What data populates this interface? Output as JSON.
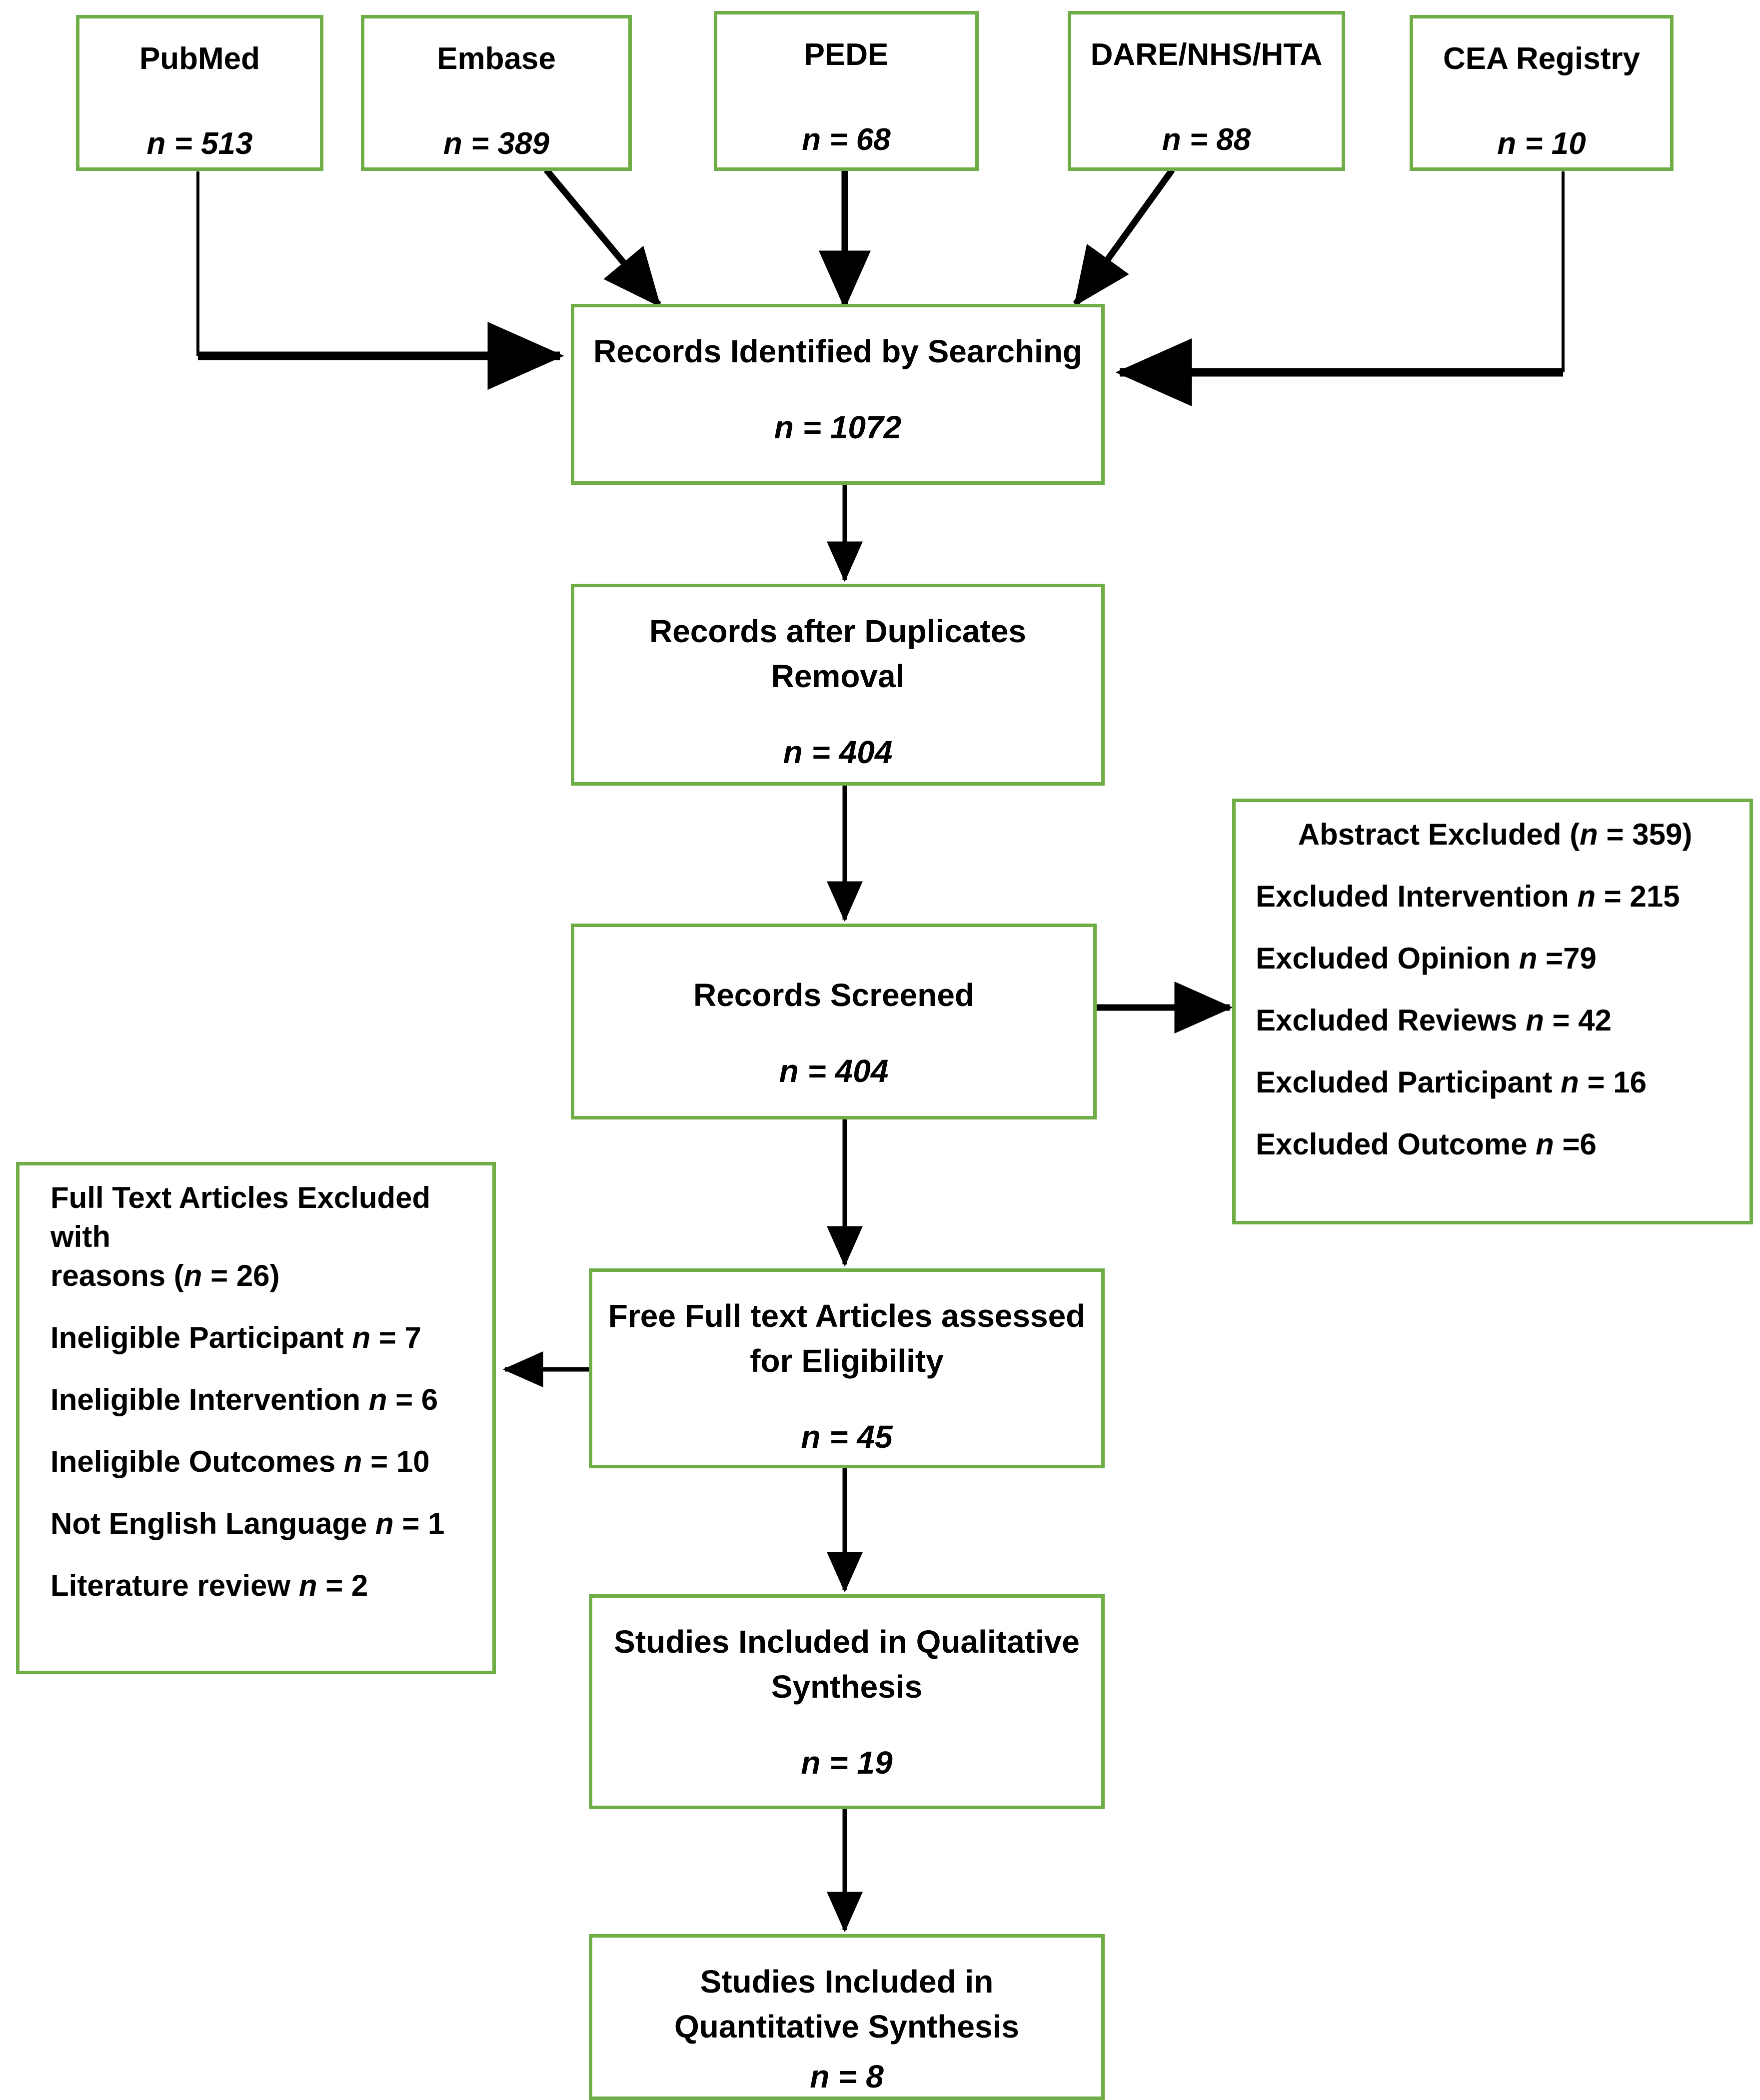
{
  "diagram": {
    "type": "prisma-flow-diagram",
    "accent_color": "#6FAD46",
    "line_color": "#000000",
    "background": "#FFFFFF"
  },
  "sources": [
    {
      "name": "PubMed",
      "count_label": "n = 513"
    },
    {
      "name": "Embase",
      "count_label": "n = 389"
    },
    {
      "name": "PEDE",
      "count_label": "n = 68"
    },
    {
      "name": "DARE/NHS/HTA",
      "count_label": "n = 88"
    },
    {
      "name": "CEA Registry",
      "count_label": "n = 10"
    }
  ],
  "flow": {
    "identified": {
      "title": "Records Identified by Searching",
      "count_label": "n = 1072"
    },
    "after_duplicates": {
      "title_line1": "Records after Duplicates",
      "title_line2": "Removal",
      "count_label": "n = 404"
    },
    "screened": {
      "title": "Records Screened",
      "count_label": "n = 404"
    },
    "full_text": {
      "title_line1": "Free Full text Articles assessed",
      "title_line2": "for Eligibility",
      "count_label": "n = 45"
    },
    "qualitative": {
      "title_line1": "Studies Included in Qualitative",
      "title_line2": "Synthesis",
      "count_label": "n = 19"
    },
    "quantitative": {
      "title_line1": "Studies Included in",
      "title_line2": "Quantitative Synthesis",
      "count_label": "n = 8"
    }
  },
  "abstract_excluded": {
    "header": "Abstract Excluded (n = 359)",
    "items": [
      "Excluded Intervention n = 215",
      "Excluded Opinion n =79",
      "Excluded Reviews n = 42",
      "Excluded Participant n = 16",
      "Excluded Outcome n =6"
    ]
  },
  "fulltext_excluded": {
    "header_line1": "Full Text Articles Excluded with",
    "header_line2": "reasons (n = 26)",
    "items": [
      "Ineligible Participant n = 7",
      "Ineligible Intervention n = 6",
      "Ineligible Outcomes n = 10",
      "Not English Language n = 1",
      " Literature review n = 2"
    ]
  },
  "chart_data": {
    "type": "table",
    "title": "PRISMA study selection flow",
    "nodes": [
      {
        "id": "pubmed",
        "label": "PubMed",
        "n": 513
      },
      {
        "id": "embase",
        "label": "Embase",
        "n": 389
      },
      {
        "id": "pede",
        "label": "PEDE",
        "n": 68
      },
      {
        "id": "dare",
        "label": "DARE/NHS/HTA",
        "n": 88
      },
      {
        "id": "cea",
        "label": "CEA Registry",
        "n": 10
      },
      {
        "id": "identified",
        "label": "Records Identified by Searching",
        "n": 1072
      },
      {
        "id": "dedup",
        "label": "Records after Duplicates Removal",
        "n": 404
      },
      {
        "id": "screened",
        "label": "Records Screened",
        "n": 404
      },
      {
        "id": "abstract_excl",
        "label": "Abstract Excluded",
        "n": 359
      },
      {
        "id": "fulltext",
        "label": "Free Full text Articles assessed for Eligibility",
        "n": 45
      },
      {
        "id": "fulltext_excl",
        "label": "Full Text Articles Excluded with reasons",
        "n": 26
      },
      {
        "id": "qualitative",
        "label": "Studies Included in Qualitative Synthesis",
        "n": 19
      },
      {
        "id": "quantitative",
        "label": "Studies Included in Quantitative Synthesis",
        "n": 8
      }
    ],
    "abstract_exclusion_breakdown": [
      {
        "reason": "Excluded Intervention",
        "n": 215
      },
      {
        "reason": "Excluded Opinion",
        "n": 79
      },
      {
        "reason": "Excluded Reviews",
        "n": 42
      },
      {
        "reason": "Excluded Participant",
        "n": 16
      },
      {
        "reason": "Excluded Outcome",
        "n": 6
      }
    ],
    "fulltext_exclusion_breakdown": [
      {
        "reason": "Ineligible Participant",
        "n": 7
      },
      {
        "reason": "Ineligible Intervention",
        "n": 6
      },
      {
        "reason": "Ineligible Outcomes",
        "n": 10
      },
      {
        "reason": "Not English Language",
        "n": 1
      },
      {
        "reason": "Literature review",
        "n": 2
      }
    ],
    "edges": [
      [
        "pubmed",
        "identified"
      ],
      [
        "embase",
        "identified"
      ],
      [
        "pede",
        "identified"
      ],
      [
        "dare",
        "identified"
      ],
      [
        "cea",
        "identified"
      ],
      [
        "identified",
        "dedup"
      ],
      [
        "dedup",
        "screened"
      ],
      [
        "screened",
        "abstract_excl"
      ],
      [
        "screened",
        "fulltext"
      ],
      [
        "fulltext",
        "fulltext_excl"
      ],
      [
        "fulltext",
        "qualitative"
      ],
      [
        "qualitative",
        "quantitative"
      ]
    ]
  }
}
